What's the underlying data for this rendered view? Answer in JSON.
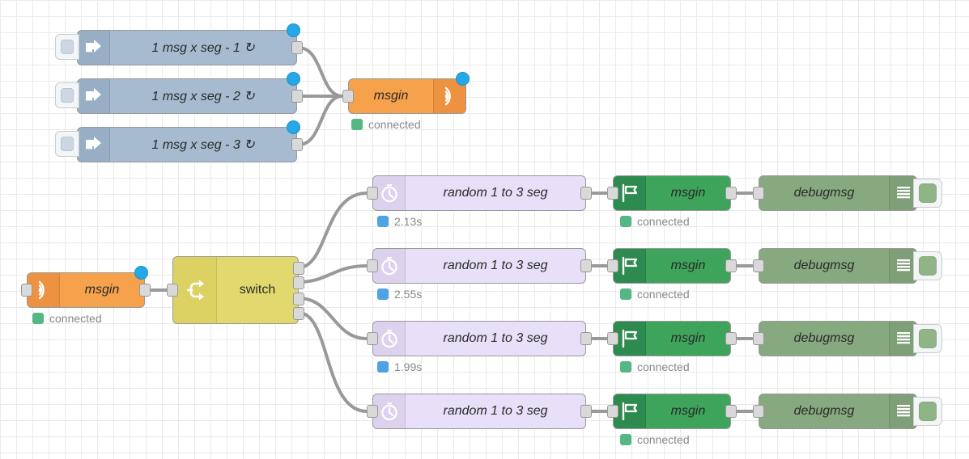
{
  "app": {
    "name": "Node-RED flow editor canvas"
  },
  "palette": {
    "inject_color": "#A6BBCF",
    "inject_icon_color": "#8FA6BF",
    "mqtt_orange": "#F6A14B",
    "mqtt_orange_icon": "#E8913B",
    "mqtt_green": "#3FA45B",
    "mqtt_green_icon": "#2E8B4F",
    "debug_green": "#87A980",
    "debug_green_icon": "#7D9E76",
    "switch_yellow": "#E2D96E",
    "delay_lavender": "#E7E0F8",
    "delay_icon": "#DBD2EE",
    "wire_color": "#999999",
    "status_connected_color": "#55B784",
    "status_blue_color": "#4FA3E3",
    "blue_dot_color": "#25A8E8",
    "grid_color": "#eaeaea"
  },
  "nodes": {
    "inject1": {
      "label": "1 msg x seg - 1 ↻",
      "icon": "inject-arrow-icon"
    },
    "inject2": {
      "label": "1 msg x seg - 2 ↻",
      "icon": "inject-arrow-icon"
    },
    "inject3": {
      "label": "1 msg x seg - 3 ↻",
      "icon": "inject-arrow-icon"
    },
    "mqtt_out_top": {
      "label": "msgin",
      "icon": "mqtt-wifi-icon",
      "status": "connected"
    },
    "mqtt_in_left": {
      "label": "msgin",
      "icon": "mqtt-wifi-icon",
      "status": "connected"
    },
    "switch": {
      "label": "switch",
      "icon": "switch-branch-icon",
      "outputs": 4
    },
    "delay1": {
      "label": "random 1 to 3 seg",
      "icon": "clock-icon",
      "status": "2.13s"
    },
    "delay2": {
      "label": "random 1 to 3 seg",
      "icon": "clock-icon",
      "status": "2.55s"
    },
    "delay3": {
      "label": "random 1 to 3 seg",
      "icon": "clock-icon",
      "status": "1.99s"
    },
    "delay4": {
      "label": "random 1 to 3 seg",
      "icon": "clock-icon",
      "status": ""
    },
    "mqtt_g1": {
      "label": "msgin",
      "icon": "flag-icon",
      "status": "connected"
    },
    "mqtt_g2": {
      "label": "msgin",
      "icon": "flag-icon",
      "status": "connected"
    },
    "mqtt_g3": {
      "label": "msgin",
      "icon": "flag-icon",
      "status": "connected"
    },
    "mqtt_g4": {
      "label": "msgin",
      "icon": "flag-icon",
      "status": "connected"
    },
    "debug1": {
      "label": "debugmsg",
      "icon": "debug-list-icon"
    },
    "debug2": {
      "label": "debugmsg",
      "icon": "debug-list-icon"
    },
    "debug3": {
      "label": "debugmsg",
      "icon": "debug-list-icon"
    },
    "debug4": {
      "label": "debugmsg",
      "icon": "debug-list-icon"
    }
  }
}
